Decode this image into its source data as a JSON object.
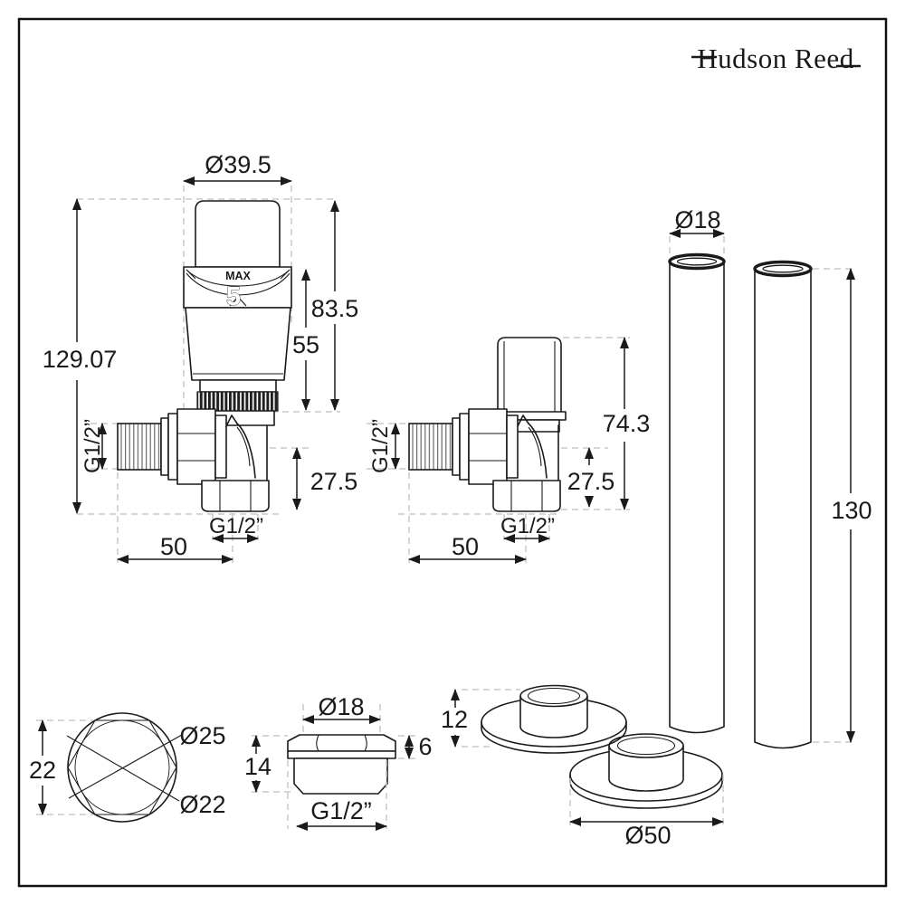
{
  "brand": {
    "logo_text": "Hudson Reed"
  },
  "thermostatic_valve": {
    "head_diameter": "Ø39.5",
    "overall_height": "129.07",
    "head_height": "83.5",
    "head_body_height": "55",
    "head_max_label": "MAX",
    "head_max_setting": "5",
    "inlet_thread": "G1/2”",
    "centre_to_base": "27.5",
    "outlet_thread": "G1/2”",
    "inlet_depth": "50"
  },
  "lockshield_valve": {
    "height": "74.3",
    "inlet_thread": "G1/2”",
    "centre_to_base": "27.5",
    "outlet_thread": "G1/2”",
    "inlet_depth": "50"
  },
  "pipes": {
    "diameter": "Ø18",
    "length": "130"
  },
  "pipe_collars": {
    "height": "12",
    "base_diameter": "Ø50"
  },
  "olive_top_view": {
    "across_flats": "22",
    "outer_diameter": "Ø25",
    "inner_diameter": "Ø22"
  },
  "adapter": {
    "diameter": "Ø18",
    "overall_height": "14",
    "hex_height": "6",
    "thread": "G1/2”"
  }
}
